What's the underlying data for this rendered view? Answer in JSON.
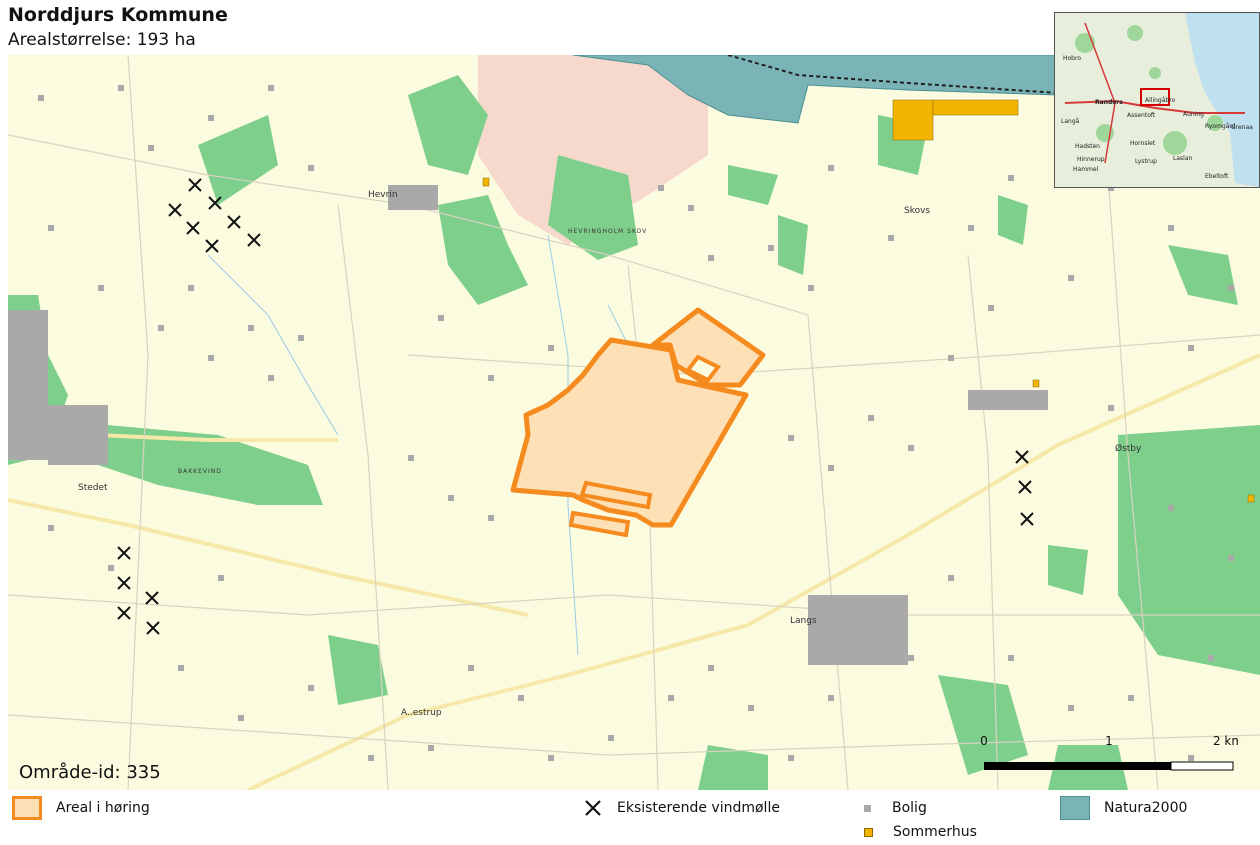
{
  "header": {
    "municipality": "Norddjurs Kommune",
    "area_size": "Arealstørrelse: 193 ha"
  },
  "map": {
    "area_id": "Område-id: 335",
    "place_labels": [
      "Hevrin",
      "Østby",
      "Skovs",
      "Langs",
      "Stedet",
      "A..estrup",
      "HEVRINGHOLM SKOV",
      "BAKKEVIND"
    ],
    "scale": {
      "labels": [
        "0",
        "1",
        "2 km"
      ]
    }
  },
  "inset": {
    "labels": [
      "Randers",
      "Hobro",
      "Grenaa",
      "Langå",
      "Hadsten",
      "Hammel",
      "Auning",
      "Ebeltoft",
      "Laslan",
      "Assentoft",
      "Hornslet",
      "Ryomgård",
      "Lystrup",
      "Hinnerup",
      "Allingåbro"
    ]
  },
  "legend": {
    "area": "Areal i høring",
    "turbines": "Eksisterende vindmølle",
    "housing": "Bolig",
    "summerhouse": "Sommerhus",
    "natura": "Natura2000"
  },
  "colors": {
    "map_bg": "#fbfbe0",
    "forest": "#7fcf8c",
    "area_fill": "#fde0b6",
    "area_stroke": "#f58b1f",
    "natura": "#7ab4b6",
    "housing": "#a9a9a9",
    "summerhouse": "#f3b400",
    "sea": "#bfe0ee"
  }
}
